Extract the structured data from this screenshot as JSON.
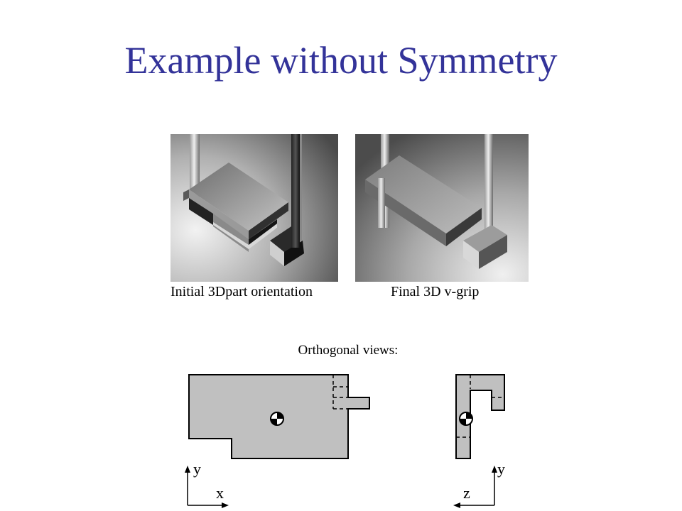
{
  "slide": {
    "title": "Example without Symmetry"
  },
  "renders": [
    {
      "caption": "Initial 3Dpart orientation"
    },
    {
      "caption": "Final 3D v-grip"
    }
  ],
  "orthogonal": {
    "label": "Orthogonal views:",
    "front_view": {
      "axis_vertical": "y",
      "axis_horizontal": "x"
    },
    "side_view": {
      "axis_vertical": "y",
      "axis_horizontal": "z"
    }
  },
  "colors": {
    "title": "#333399",
    "part_fill": "#c0c0c0"
  },
  "icons": {
    "center_of_mass": "center-of-mass-icon"
  }
}
